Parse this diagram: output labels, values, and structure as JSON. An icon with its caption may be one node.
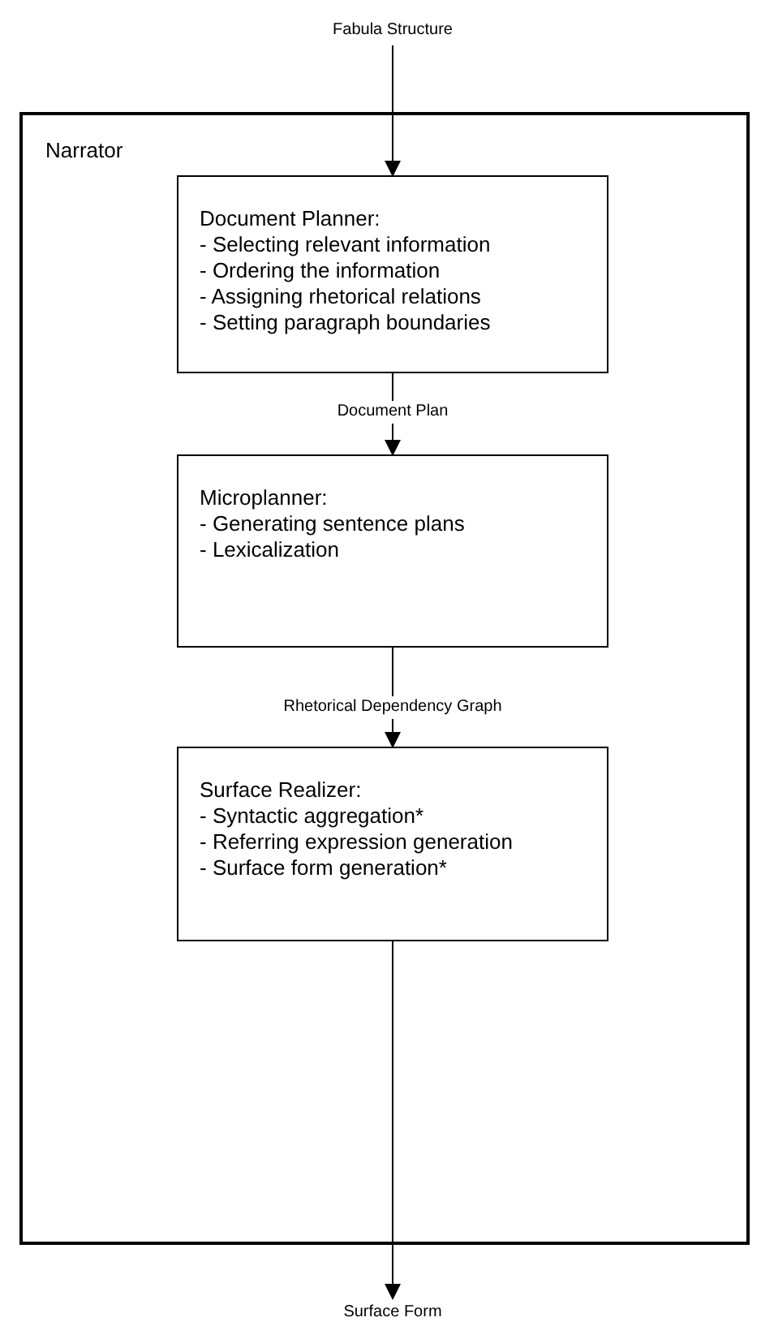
{
  "diagram": {
    "nodes": [
      {
        "text": [
          "Fabula Structure"
        ]
      },
      {
        "text": [
          "Narrator"
        ]
      },
      {
        "text": [
          "Document Planner:",
          "- Selecting relevant information",
          "- Ordering the information",
          "- Assigning rhetorical relations",
          "- Setting paragraph boundaries"
        ],
        "in": 1
      },
      {
        "text": [
          "Microplanner:",
          "- Generating sentence plans",
          "- Lexicalization"
        ],
        "in": 1
      },
      {
        "text": [
          "Surface Realizer:",
          "- Syntactic aggregation*",
          "- Referring expression generation",
          "- Surface form generation*"
        ],
        "in": 1
      },
      {
        "text": [
          "Surface Form"
        ]
      }
    ],
    "edges": [
      {
        "from": 0,
        "to": 2,
        "arrow": "to"
      },
      {
        "from": 2,
        "to": 3,
        "arrow": "to",
        "label": "Document Plan"
      },
      {
        "from": 3,
        "to": 4,
        "arrow": "to",
        "label": "Rhetorical Dependency Graph"
      },
      {
        "from": 4,
        "to": 5,
        "arrow": "to"
      }
    ]
  }
}
